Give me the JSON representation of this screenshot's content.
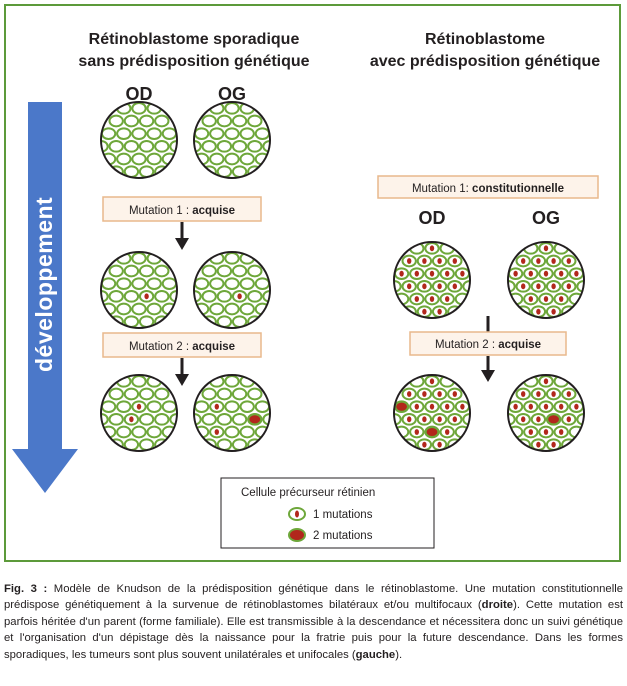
{
  "diagram": {
    "arrow_label": "développement",
    "left": {
      "title_line1": "Rétinoblastome sporadique",
      "title_line2": "sans prédisposition génétique",
      "od_label": "OD",
      "og_label": "OG",
      "mutation1_prefix": "Mutation 1 : ",
      "mutation1_type": "acquise",
      "mutation2_prefix": "Mutation 2 : ",
      "mutation2_type": "acquise"
    },
    "right": {
      "title_line1": "Rétinoblastome",
      "title_line2": "avec prédisposition génétique",
      "mutation1_prefix": "Mutation 1: ",
      "mutation1_type": "constitutionnelle",
      "od_label": "OD",
      "og_label": "OG",
      "mutation2_prefix": "Mutation 2 : ",
      "mutation2_type": "acquise"
    },
    "legend": {
      "title": "Cellule précurseur rétinien",
      "item1": "1 mutations",
      "item2": "2 mutations"
    }
  },
  "colors": {
    "frame": "#5c9a3a",
    "arrow": "#4b78c9",
    "cell_border": "#6ea73a",
    "mutation": "#b2271c",
    "box_border": "#e8b88c",
    "box_fill": "#fdf3ea"
  },
  "caption": {
    "label": "Fig. 3 :",
    "part1": " Modèle de Knudson de la prédisposition génétique dans le rétinoblastome. Une mutation constitutionnelle prédispose génétiquement à la survenue de rétinoblastomes bilatéraux et/ou multifocaux (",
    "droite": "droite",
    "part2": "). Cette mutation est parfois héritée d'un parent (forme familiale). Elle est transmissible à la descendance et nécessitera donc un suivi génétique et l'organisation d'un dépistage dès la naissance pour la fratrie puis pour la future descendance. Dans les formes sporadiques, les tumeurs sont plus souvent unilatérales et unifocales (",
    "gauche": "gauche",
    "part3": ")."
  }
}
